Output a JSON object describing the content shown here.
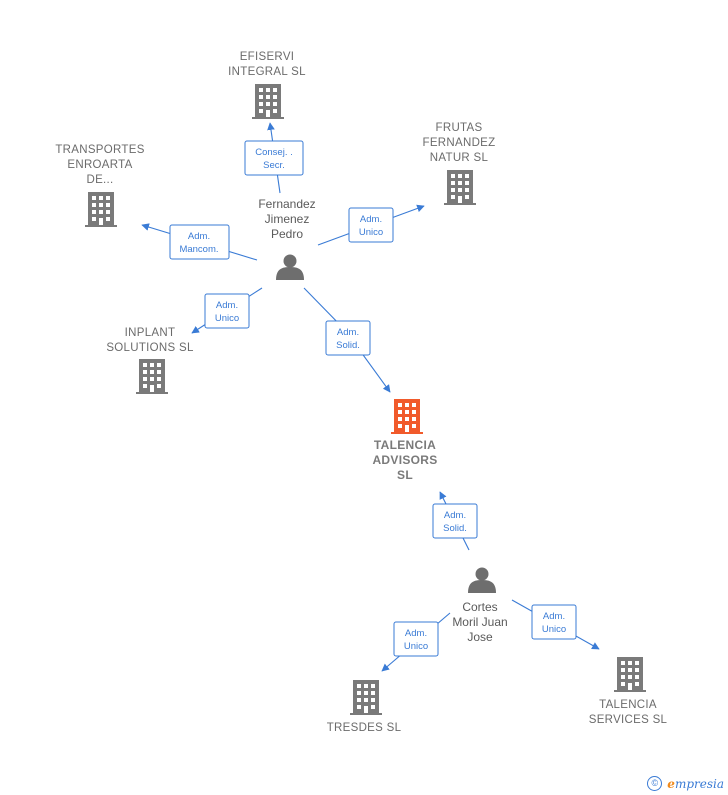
{
  "colors": {
    "accent": "#3a7bd5",
    "focus_node": "#f15a2b",
    "node": "#7a7a7a",
    "text": "#6b6b6b"
  },
  "companies": {
    "efiservi": {
      "lines": [
        "EFISERVI",
        "INTEGRAL SL"
      ],
      "icon": "building-icon"
    },
    "frutas": {
      "lines": [
        "FRUTAS",
        "FERNANDEZ",
        "NATUR  SL"
      ],
      "icon": "building-icon"
    },
    "transportes": {
      "lines": [
        "TRANSPORTES",
        "ENROARTA",
        "DE..."
      ],
      "icon": "building-icon"
    },
    "inplant": {
      "lines": [
        "INPLANT",
        "SOLUTIONS SL"
      ],
      "icon": "building-icon"
    },
    "talencia_advisors": {
      "lines": [
        "TALENCIA",
        "ADVISORS",
        "SL"
      ],
      "icon": "building-icon"
    },
    "tresdes": {
      "lines": [
        "TRESDES SL"
      ],
      "icon": "building-icon"
    },
    "talencia_services": {
      "lines": [
        "TALENCIA",
        "SERVICES  SL"
      ],
      "icon": "building-icon"
    }
  },
  "people": {
    "fernandez": {
      "lines": [
        "Fernandez",
        "Jimenez",
        "Pedro"
      ],
      "icon": "person-icon"
    },
    "cortes": {
      "lines": [
        "Cortes",
        "Moril Juan",
        "Jose"
      ],
      "icon": "person-icon"
    }
  },
  "edges": {
    "fernandez_efiservi": [
      "Consej. .",
      "Secr."
    ],
    "fernandez_frutas": [
      "Adm.",
      "Unico"
    ],
    "fernandez_transportes": [
      "Adm.",
      "Mancom."
    ],
    "fernandez_inplant": [
      "Adm.",
      "Unico"
    ],
    "fernandez_talencia": [
      "Adm.",
      "Solid."
    ],
    "cortes_talencia": [
      "Adm.",
      "Solid."
    ],
    "cortes_tresdes": [
      "Adm.",
      "Unico"
    ],
    "cortes_services": [
      "Adm.",
      "Unico"
    ]
  },
  "footer": {
    "copyright_symbol": "©",
    "brand_initial": "e",
    "brand_rest": "mpresia"
  }
}
